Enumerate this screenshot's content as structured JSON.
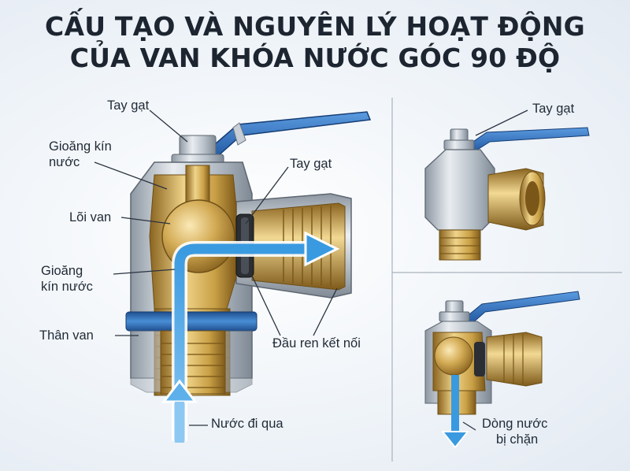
{
  "title": {
    "line1": "CẤU TẠO VÀ NGUYÊN LÝ HOẠT ĐỘNG",
    "line2": "CỦA VAN KHÓA NƯỚC GÓC 90 ĐỘ"
  },
  "labels": {
    "handle_left": "Tay gạt",
    "seal_top_1": "Gioăng kín",
    "seal_top_2": "nước",
    "core": "Lõi van",
    "seal_bottom_1": "Gioăng",
    "seal_bottom_2": "kín nước",
    "body": "Thân van",
    "handle_center": "Tay gạt",
    "thread": "Đầu ren kết nối",
    "water_in": "Nước đi qua",
    "handle_right": "Tay gạt",
    "blocked_1": "Dòng nước",
    "blocked_2": "bị chặn"
  },
  "colors": {
    "handle_blue": "#2d6fbd",
    "flow_blue": "#3a9ae0",
    "brass": "#c9a046",
    "chrome": "#b9c2cb"
  }
}
